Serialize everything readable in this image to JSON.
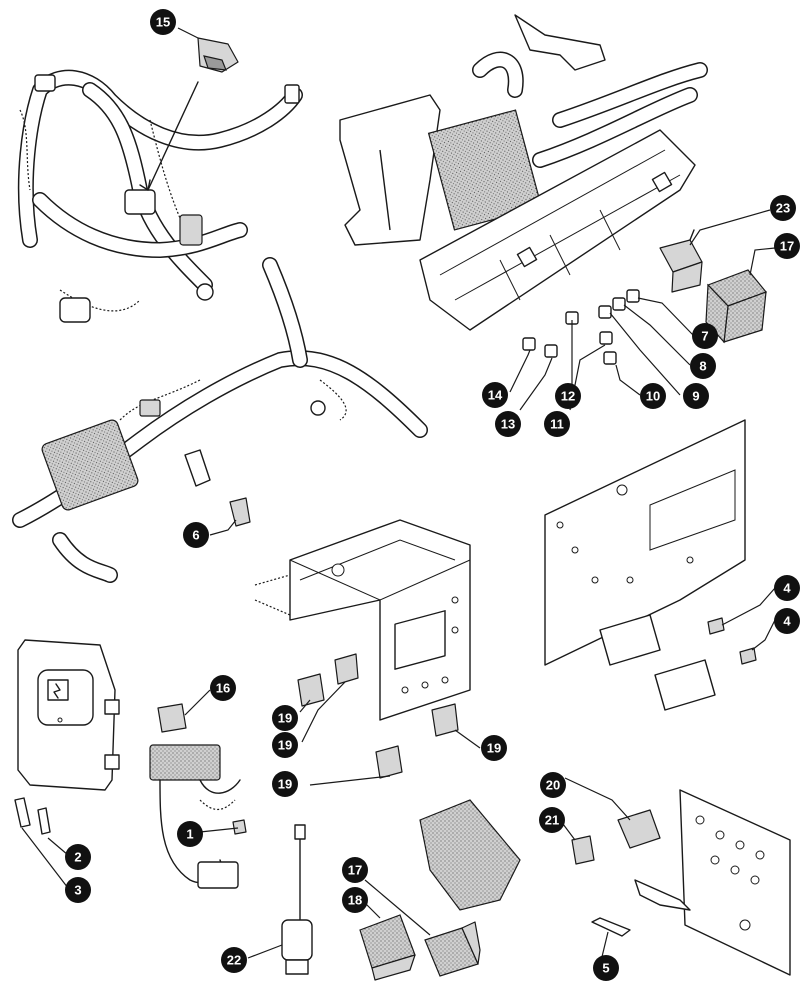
{
  "figure": {
    "callouts": [
      {
        "id": "c15",
        "label": "15"
      },
      {
        "id": "c23",
        "label": "23"
      },
      {
        "id": "c17a",
        "label": "17"
      },
      {
        "id": "c7",
        "label": "7"
      },
      {
        "id": "c8",
        "label": "8"
      },
      {
        "id": "c9",
        "label": "9"
      },
      {
        "id": "c10",
        "label": "10"
      },
      {
        "id": "c11",
        "label": "11"
      },
      {
        "id": "c12",
        "label": "12"
      },
      {
        "id": "c13",
        "label": "13"
      },
      {
        "id": "c14",
        "label": "14"
      },
      {
        "id": "c6",
        "label": "6"
      },
      {
        "id": "c4a",
        "label": "4"
      },
      {
        "id": "c4b",
        "label": "4"
      },
      {
        "id": "c16",
        "label": "16"
      },
      {
        "id": "c19a",
        "label": "19"
      },
      {
        "id": "c19b",
        "label": "19"
      },
      {
        "id": "c19c",
        "label": "19"
      },
      {
        "id": "c19d",
        "label": "19"
      },
      {
        "id": "c1",
        "label": "1"
      },
      {
        "id": "c2",
        "label": "2"
      },
      {
        "id": "c3",
        "label": "3"
      },
      {
        "id": "c20",
        "label": "20"
      },
      {
        "id": "c21",
        "label": "21"
      },
      {
        "id": "c17b",
        "label": "17"
      },
      {
        "id": "c18",
        "label": "18"
      },
      {
        "id": "c22",
        "label": "22"
      },
      {
        "id": "c5",
        "label": "5"
      }
    ]
  }
}
